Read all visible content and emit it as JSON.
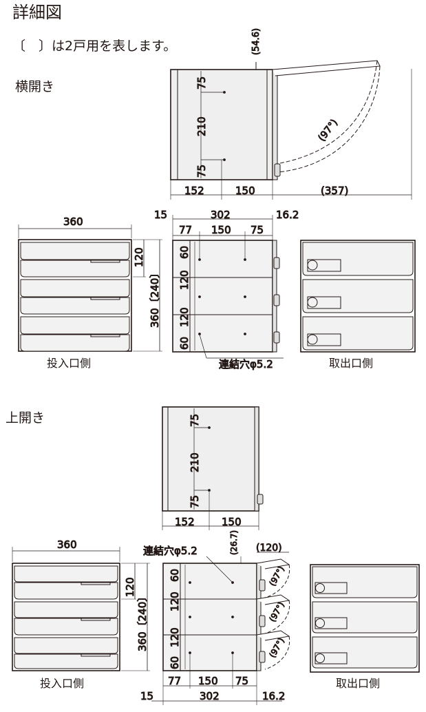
{
  "title": "詳細図",
  "note": "〔　〕は2戸用を表します。",
  "sections": {
    "side_open": "横開き",
    "top_open": "上開き"
  },
  "captions": {
    "insert_side": "投入口側",
    "takeout_side": "取出口側"
  },
  "dimensions": {
    "d54_6": "(54.6)",
    "d75": "75",
    "d210": "210",
    "d152": "152",
    "d150": "150",
    "d357": "(357)",
    "d97": "(97°)",
    "d360": "360",
    "d15": "15",
    "d302": "302",
    "d16_2": "16.2",
    "d77": "77",
    "d120": "120",
    "d360_240": "360〔240〕",
    "d60": "60",
    "d26_7": "(26.7)",
    "d120p": "(120)",
    "hole": "連結穴φ5.2"
  }
}
